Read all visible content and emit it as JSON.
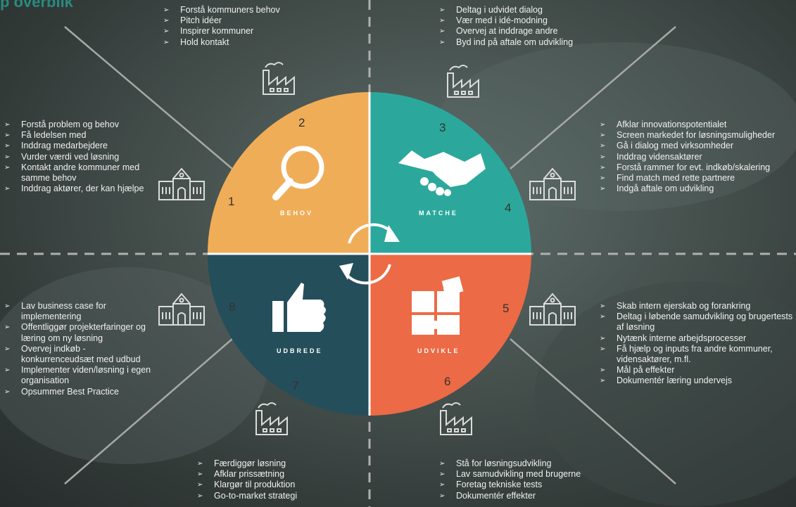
{
  "title": "p overblik",
  "segments": [
    {
      "label": "BEHOV",
      "color": "#f0ad58"
    },
    {
      "label": "MATCHE",
      "color": "#2ba89b"
    },
    {
      "label": "UDVIKLE",
      "color": "#ec6a45"
    },
    {
      "label": "UDBREDE",
      "color": "#254e5b"
    }
  ],
  "numbers": [
    "1",
    "2",
    "3",
    "4",
    "5",
    "6",
    "7",
    "8"
  ],
  "blocks": {
    "top_left": [
      "Forstå kommuners behov",
      "Pitch idéer",
      "Inspirer kommuner",
      "Hold kontakt"
    ],
    "top_right": [
      "Deltag i udvidet dialog",
      "Vær med i idé-modning",
      "Overvej at inddrage andre",
      "Byd ind på aftale om udvikling"
    ],
    "left_upper": [
      "Forstå problem og behov",
      "Få ledelsen med",
      "Inddrag medarbejdere",
      "Vurder værdi ved løsning",
      "Kontakt andre kommuner med samme behov",
      "Inddrag aktører, der kan hjælpe"
    ],
    "right_upper": [
      "Afklar innovationspotentialet",
      "Screen markedet for løsningsmuligheder",
      "Gå i dialog med virksomheder",
      "Inddrag vidensaktører",
      "Forstå rammer for evt. indkøb/skalering",
      "Find match med rette partnere",
      "Indgå aftale om udvikling"
    ],
    "left_lower": [
      "Lav business case for implementering",
      "Offentliggør projekterfaringer og læring om ny løsning",
      "Overvej indkøb - konkurrenceudsæt med udbud",
      "Implementer viden/løsning i egen organisation",
      "Opsummer Best Practice"
    ],
    "right_lower": [
      "Skab intern ejerskab og forankring",
      "Deltag i løbende samudvikling og brugertests af løsning",
      "Nytænk interne arbejdsprocesser",
      "Få hjælp og inputs fra andre kommuner, vidensaktører, m.fl.",
      "Mål på effekter",
      "Dokumentér læring undervejs"
    ],
    "bottom_left": [
      "Færdiggør løsning",
      "Afklar prissætning",
      "Klargør til produktion",
      "Go-to-market strategi"
    ],
    "bottom_right": [
      "Stå for løsningsudvikling",
      "Lav samudvikling med brugerne",
      "Foretag tekniske tests",
      "Dokumentér effekter"
    ]
  },
  "icons": [
    "factory-icon",
    "town-hall-icon",
    "magnifier-icon",
    "handshake-icon",
    "puzzle-icon",
    "thumbs-up-icon",
    "cycle-arrows-icon"
  ]
}
